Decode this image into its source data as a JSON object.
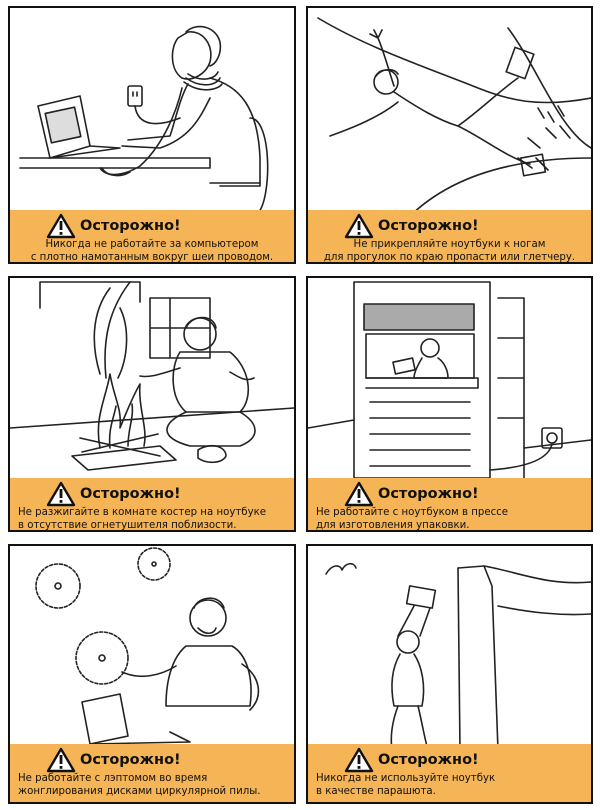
{
  "warning_title": "Осторожно!",
  "panels": [
    {
      "id": "neck-wire",
      "lines": [
        "Никогда не работайте за компьютером",
        "с плотно намотанным вокруг шеи проводом."
      ]
    },
    {
      "id": "cliff-feet",
      "lines": [
        "Не прикрепляйте ноутбуки к ногам",
        "для прогулок по краю пропасти или глетчеру."
      ]
    },
    {
      "id": "campfire",
      "lines": [
        "Не разжигайте в комнате костер на ноутбуке",
        "в отсутствие огнетушителя поблизости."
      ]
    },
    {
      "id": "press",
      "lines": [
        "Не работайте с ноутбуком в прессе",
        "для изготовления упаковки."
      ]
    },
    {
      "id": "saw-juggling",
      "lines": [
        "Не работайте с лэптомом во время",
        "жонглирования дисками циркулярной пилы."
      ]
    },
    {
      "id": "parachute",
      "lines": [
        "Никогда не используйте ноутбук",
        "в качестве парашюта."
      ]
    }
  ]
}
